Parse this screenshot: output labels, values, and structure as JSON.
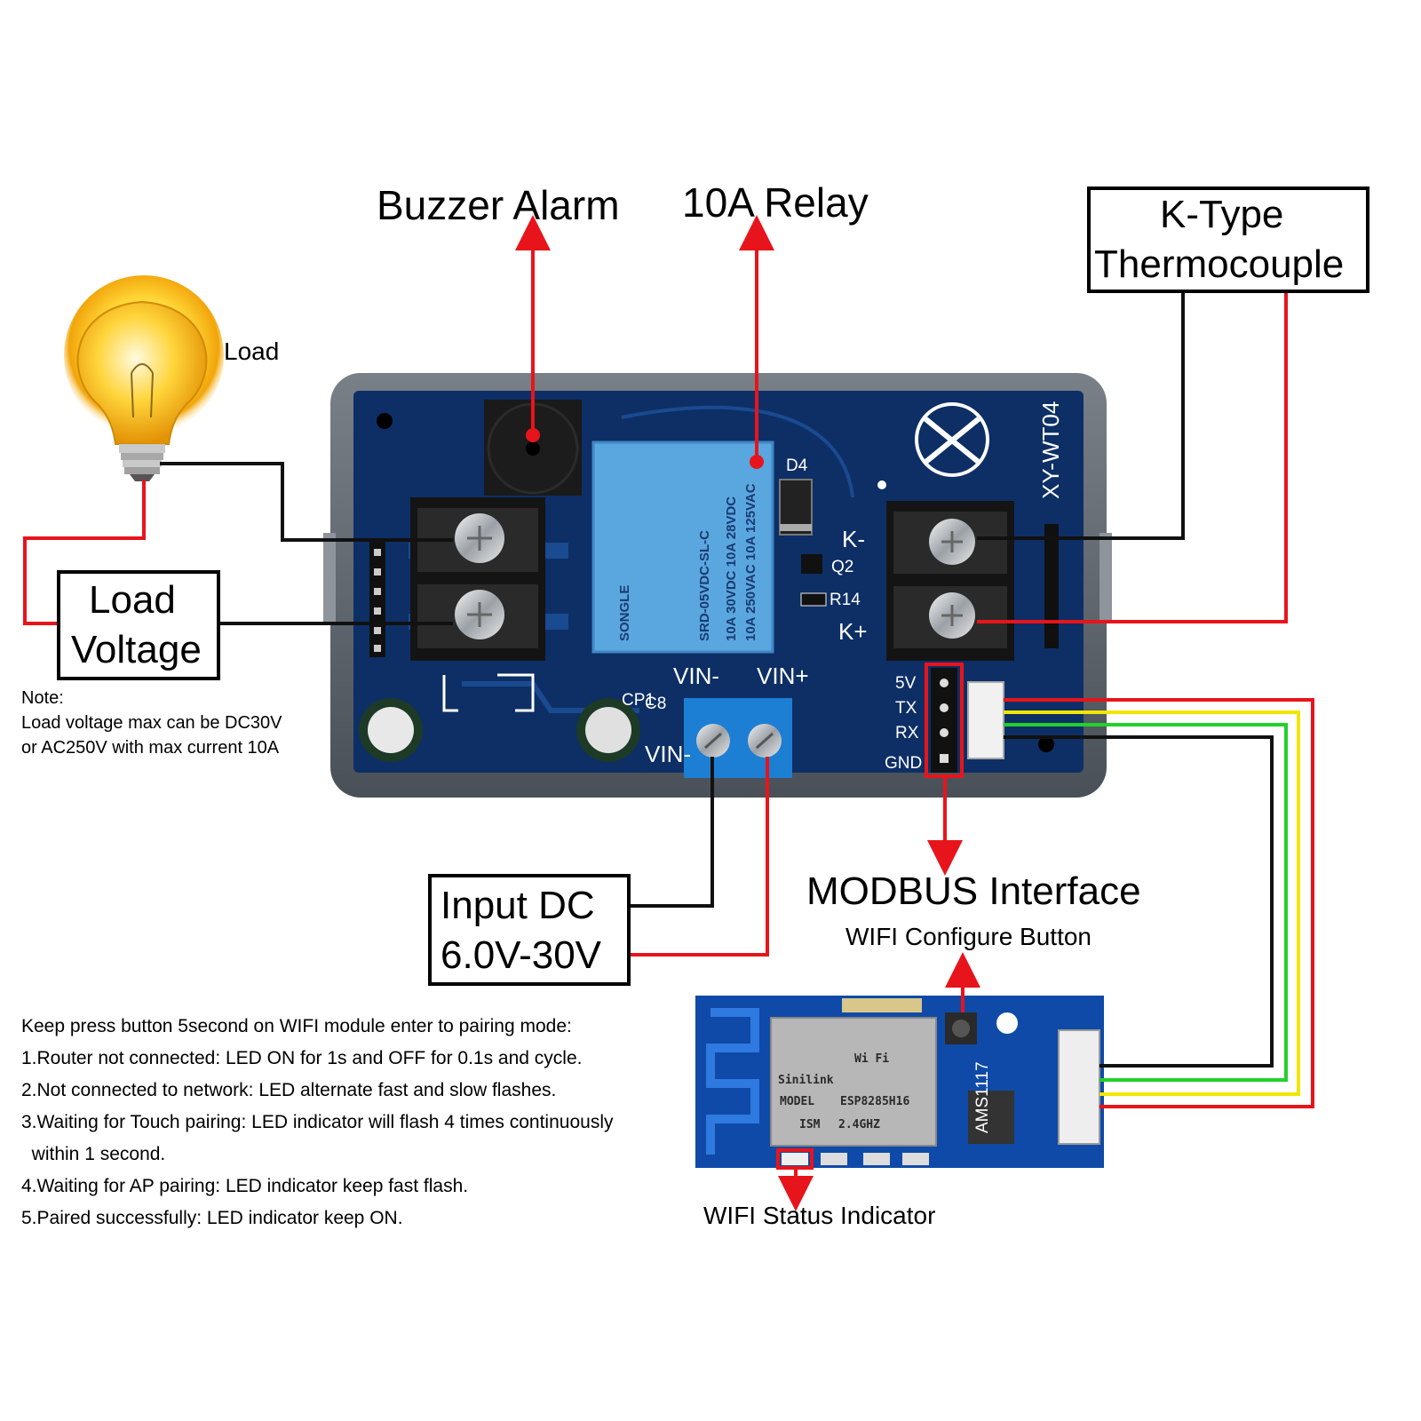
{
  "labels": {
    "buzzer": "Buzzer Alarm",
    "relay": "10A Relay",
    "thermo_line1": "K-Type",
    "thermo_line2": "Thermocouple",
    "load": "Load",
    "load_voltage_line1": "Load",
    "load_voltage_line2": "Voltage",
    "input_line1": "Input  DC",
    "input_line2": "6.0V-30V",
    "modbus": "MODBUS Interface",
    "wifi_button": "WIFI Configure Button",
    "wifi_status": "WIFI Status Indicator"
  },
  "note": {
    "title": "Note:",
    "line1": "Load voltage max can be DC30V",
    "line2": "or AC250V with max current 10A"
  },
  "board": {
    "model": "XY-WT04",
    "k_minus": "K-",
    "k_plus": "K+",
    "vin_minus": "VIN-",
    "vin_plus": "VIN+",
    "vin_small": "VIN-",
    "pins": [
      "5V",
      "TX",
      "RX",
      "GND"
    ],
    "d4": "D4",
    "q2": "Q2",
    "r14": "R14",
    "cp1": "CP1",
    "c8": "C8"
  },
  "relay_module": {
    "brand": "SONGLE",
    "line1": "SRD-05VDC-SL-C",
    "line2": "10A 30VDC  10A 28VDC",
    "line3": "10A 250VAC 10A 125VAC"
  },
  "wifi_module": {
    "brand": "Sinilink",
    "wifi": "Wi Fi",
    "model_label": "MODEL",
    "model": "ESP8285H16",
    "ism_label": "ISM",
    "freq": "2.4GHZ",
    "regulator": "AMS1117"
  },
  "instructions": {
    "intro": "Keep press button 5second on WIFI module enter to pairing mode:",
    "items": [
      "1.Router not connected: LED ON for 1s and OFF for 0.1s and cycle.",
      "2.Not connected to network: LED alternate fast and slow flashes.",
      "3.Waiting for Touch pairing: LED indicator will flash 4 times continuously",
      "  within 1 second.",
      "4.Waiting for AP pairing: LED indicator keep fast flash.",
      "5.Paired successfully: LED indicator keep ON."
    ]
  },
  "colors": {
    "pcb": "#0d2f66",
    "case": "#5a6068",
    "red_wire": "#e8141b",
    "black_wire": "#111111",
    "yellow_wire": "#f2e600",
    "green_wire": "#22d12a",
    "terminal_blue": "#1c7fd4",
    "relay_blue": "#5aa7e0"
  }
}
